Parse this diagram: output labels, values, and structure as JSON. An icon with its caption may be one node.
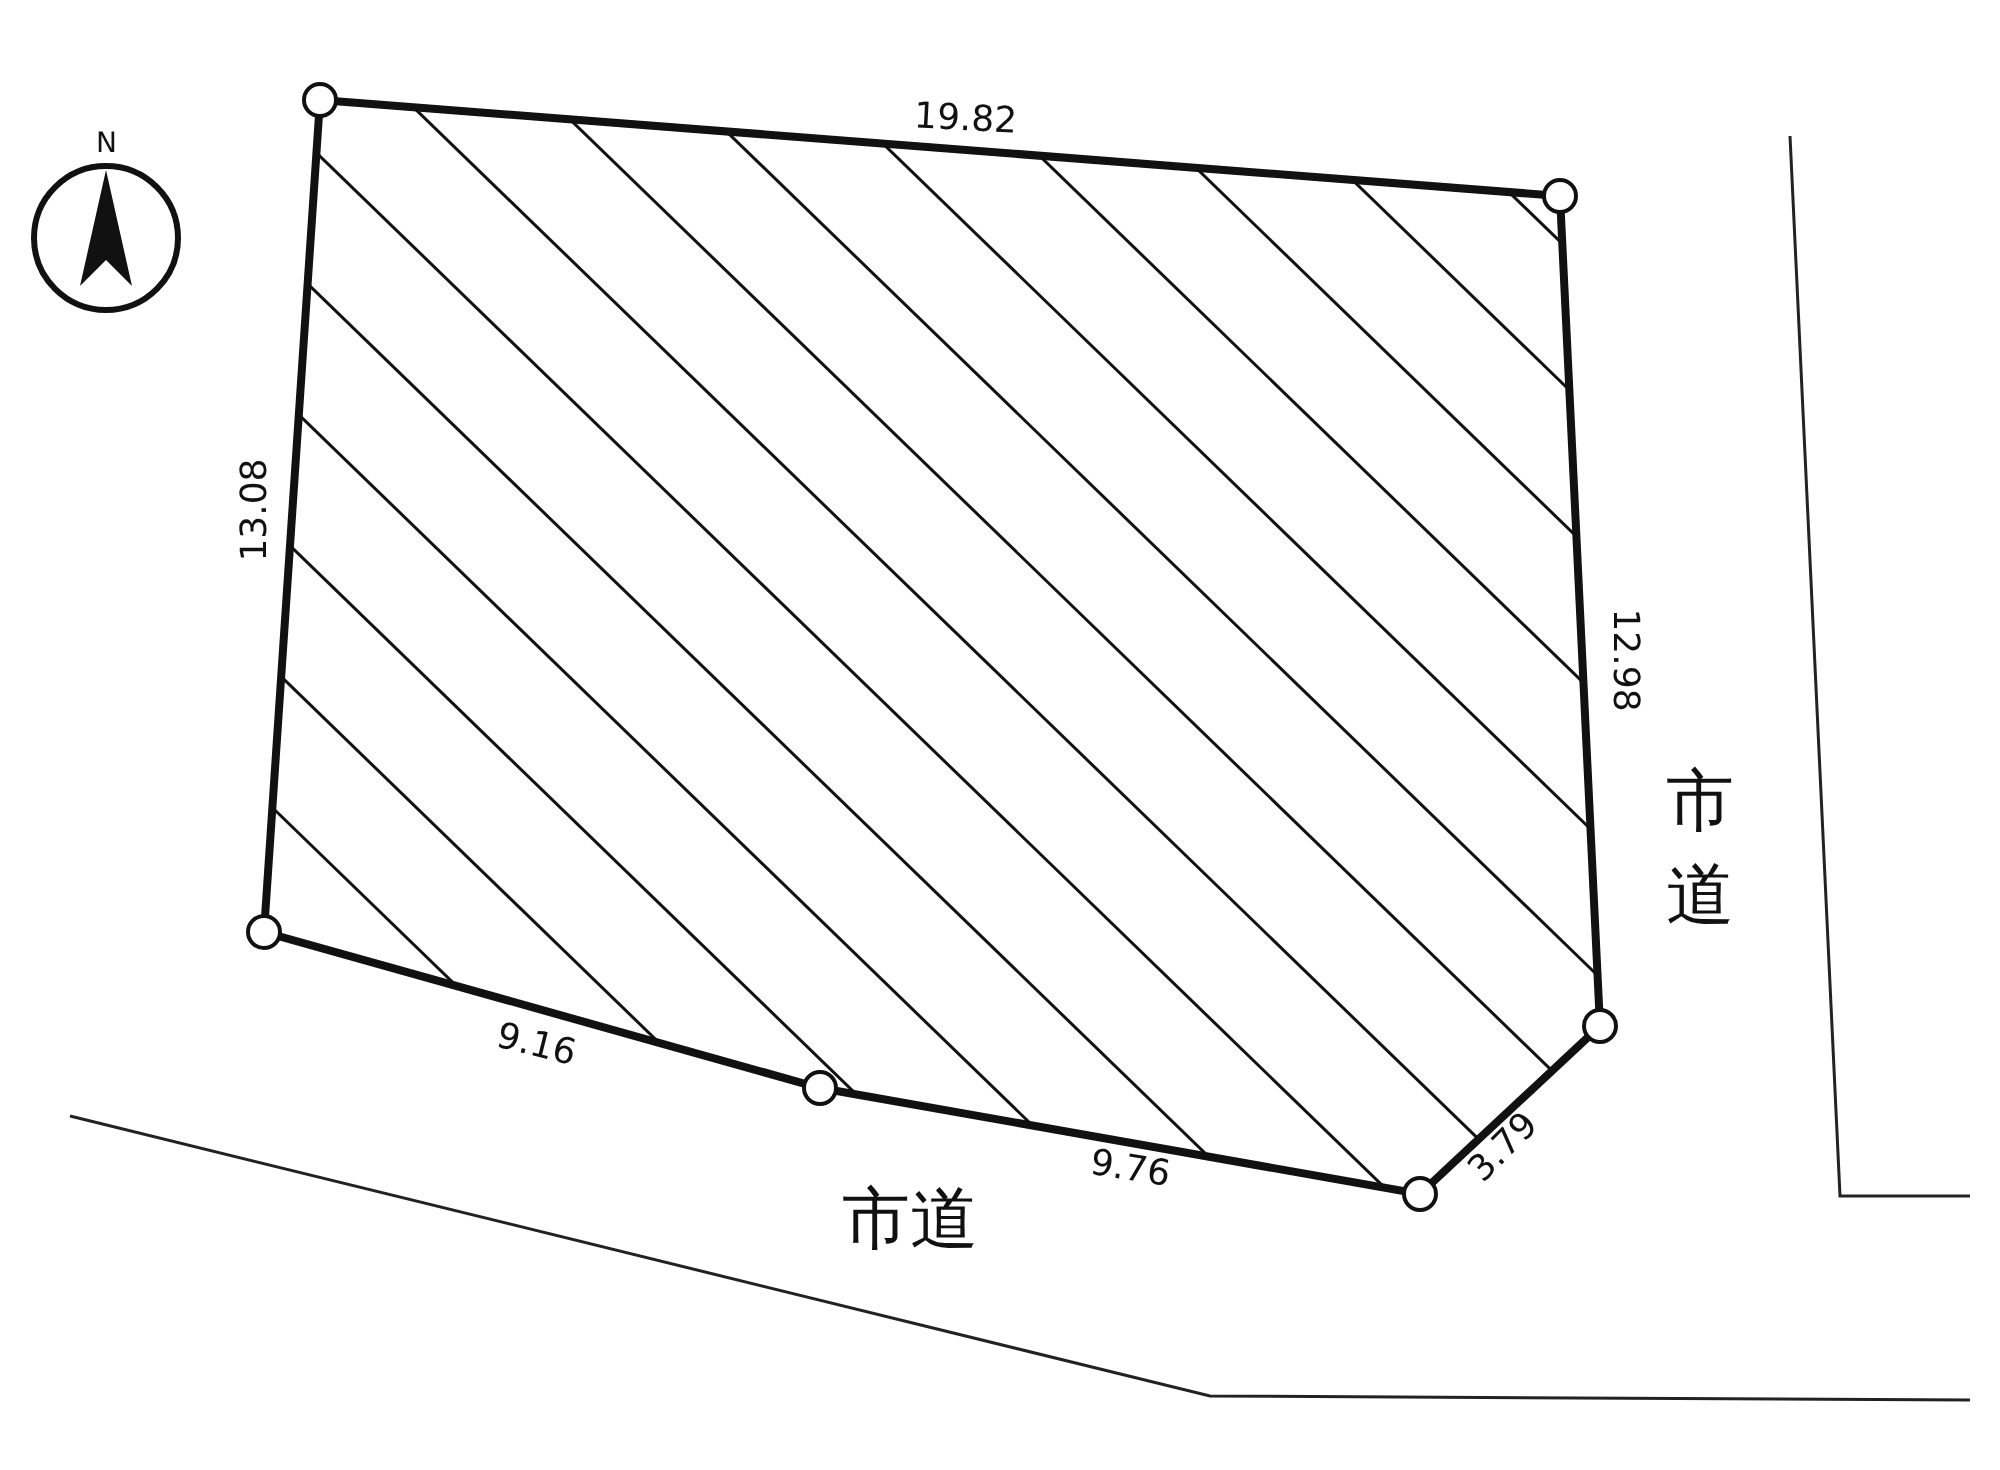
{
  "diagram": {
    "labels": [
      "N",
      "19.82",
      "13.08",
      "12.98",
      "市道",
      "9.16",
      "9.76",
      "3.79",
      "市道"
    ]
  }
}
